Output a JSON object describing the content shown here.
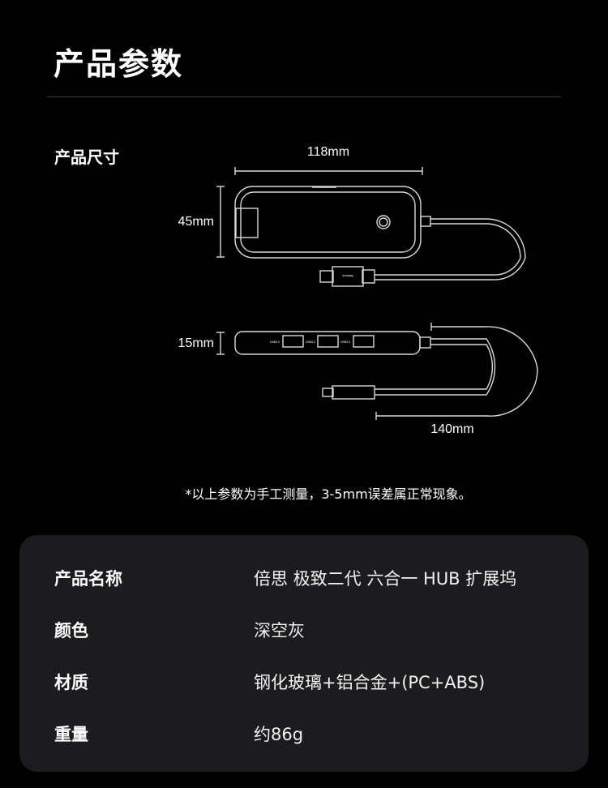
{
  "header": {
    "title": "产品参数"
  },
  "dimensions": {
    "heading": "产品尺寸",
    "width_label": "118mm",
    "height_label": "45mm",
    "thickness_label": "15mm",
    "cable_label": "140mm",
    "port_labels": [
      "USB3.0",
      "USB3.0",
      "USB2.0"
    ],
    "logo_text": "Baseus"
  },
  "note": "*以上参数为手工测量，3-5mm误差属正常现象。",
  "specs": [
    {
      "label": "产品名称",
      "value": "倍思 极致二代 六合一 HUB 扩展坞"
    },
    {
      "label": "颜色",
      "value": "深空灰"
    },
    {
      "label": "材质",
      "value": "钢化玻璃+铝合金+(PC+ABS)"
    },
    {
      "label": "重量",
      "value": "约86g"
    }
  ],
  "colors": {
    "background": "#000000",
    "card": "#1c1c1e",
    "line": "#d0d0d0"
  }
}
